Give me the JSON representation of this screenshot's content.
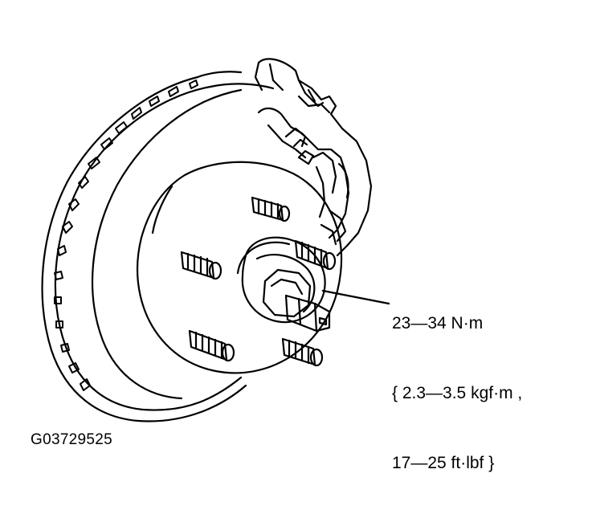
{
  "callout": {
    "line1": "23—34 N·m",
    "line2": "{ 2.3—3.5 kgf·m ,",
    "line3": "17—25 ft·lbf }"
  },
  "figure_code": "G03729525",
  "colors": {
    "ink": "#000000",
    "paper": "#ffffff"
  }
}
